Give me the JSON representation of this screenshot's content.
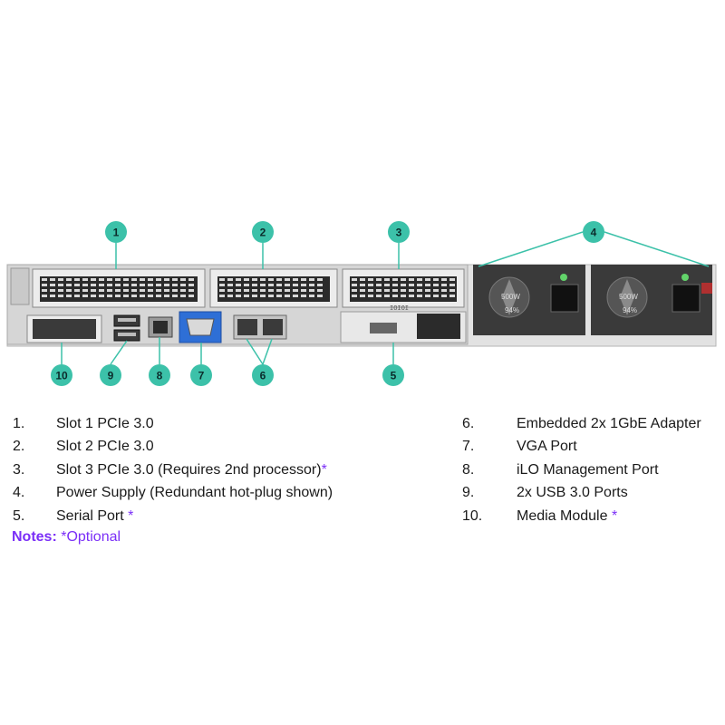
{
  "callouts": [
    "1",
    "2",
    "3",
    "4",
    "5",
    "6",
    "7",
    "8",
    "9",
    "10"
  ],
  "psu_labels": {
    "wattage": "500W",
    "efficiency": "94%"
  },
  "serial_label": "IOIOI",
  "legend_left": [
    {
      "num": "1.",
      "text": "Slot 1 PCIe 3.0",
      "star": ""
    },
    {
      "num": "2.",
      "text": "Slot 2 PCIe 3.0",
      "star": ""
    },
    {
      "num": "3.",
      "text": "Slot 3 PCIe 3.0 (Requires 2nd processor)",
      "star": "*"
    },
    {
      "num": "4.",
      "text": "Power Supply (Redundant hot-plug shown)",
      "star": ""
    },
    {
      "num": "5.",
      "text": "Serial Port ",
      "star": "*"
    }
  ],
  "legend_right": [
    {
      "num": "6.",
      "text": "Embedded 2x 1GbE Adapter",
      "star": ""
    },
    {
      "num": "7.",
      "text": "VGA Port",
      "star": ""
    },
    {
      "num": "8.",
      "text": "iLO Management Port",
      "star": ""
    },
    {
      "num": "9.",
      "text": "2x USB 3.0 Ports",
      "star": ""
    },
    {
      "num": "10.",
      "text": "Media Module ",
      "star": "*"
    }
  ],
  "notes": {
    "label": "Notes:",
    "text": " *Optional"
  },
  "colors": {
    "callout": "#3cc1a9",
    "callout_line": "#3cc1a9",
    "chassis": "#dcdcdc",
    "psu": "#3a3a3a",
    "vga": "#2e6fd6",
    "accent": "#7b2ff7"
  }
}
